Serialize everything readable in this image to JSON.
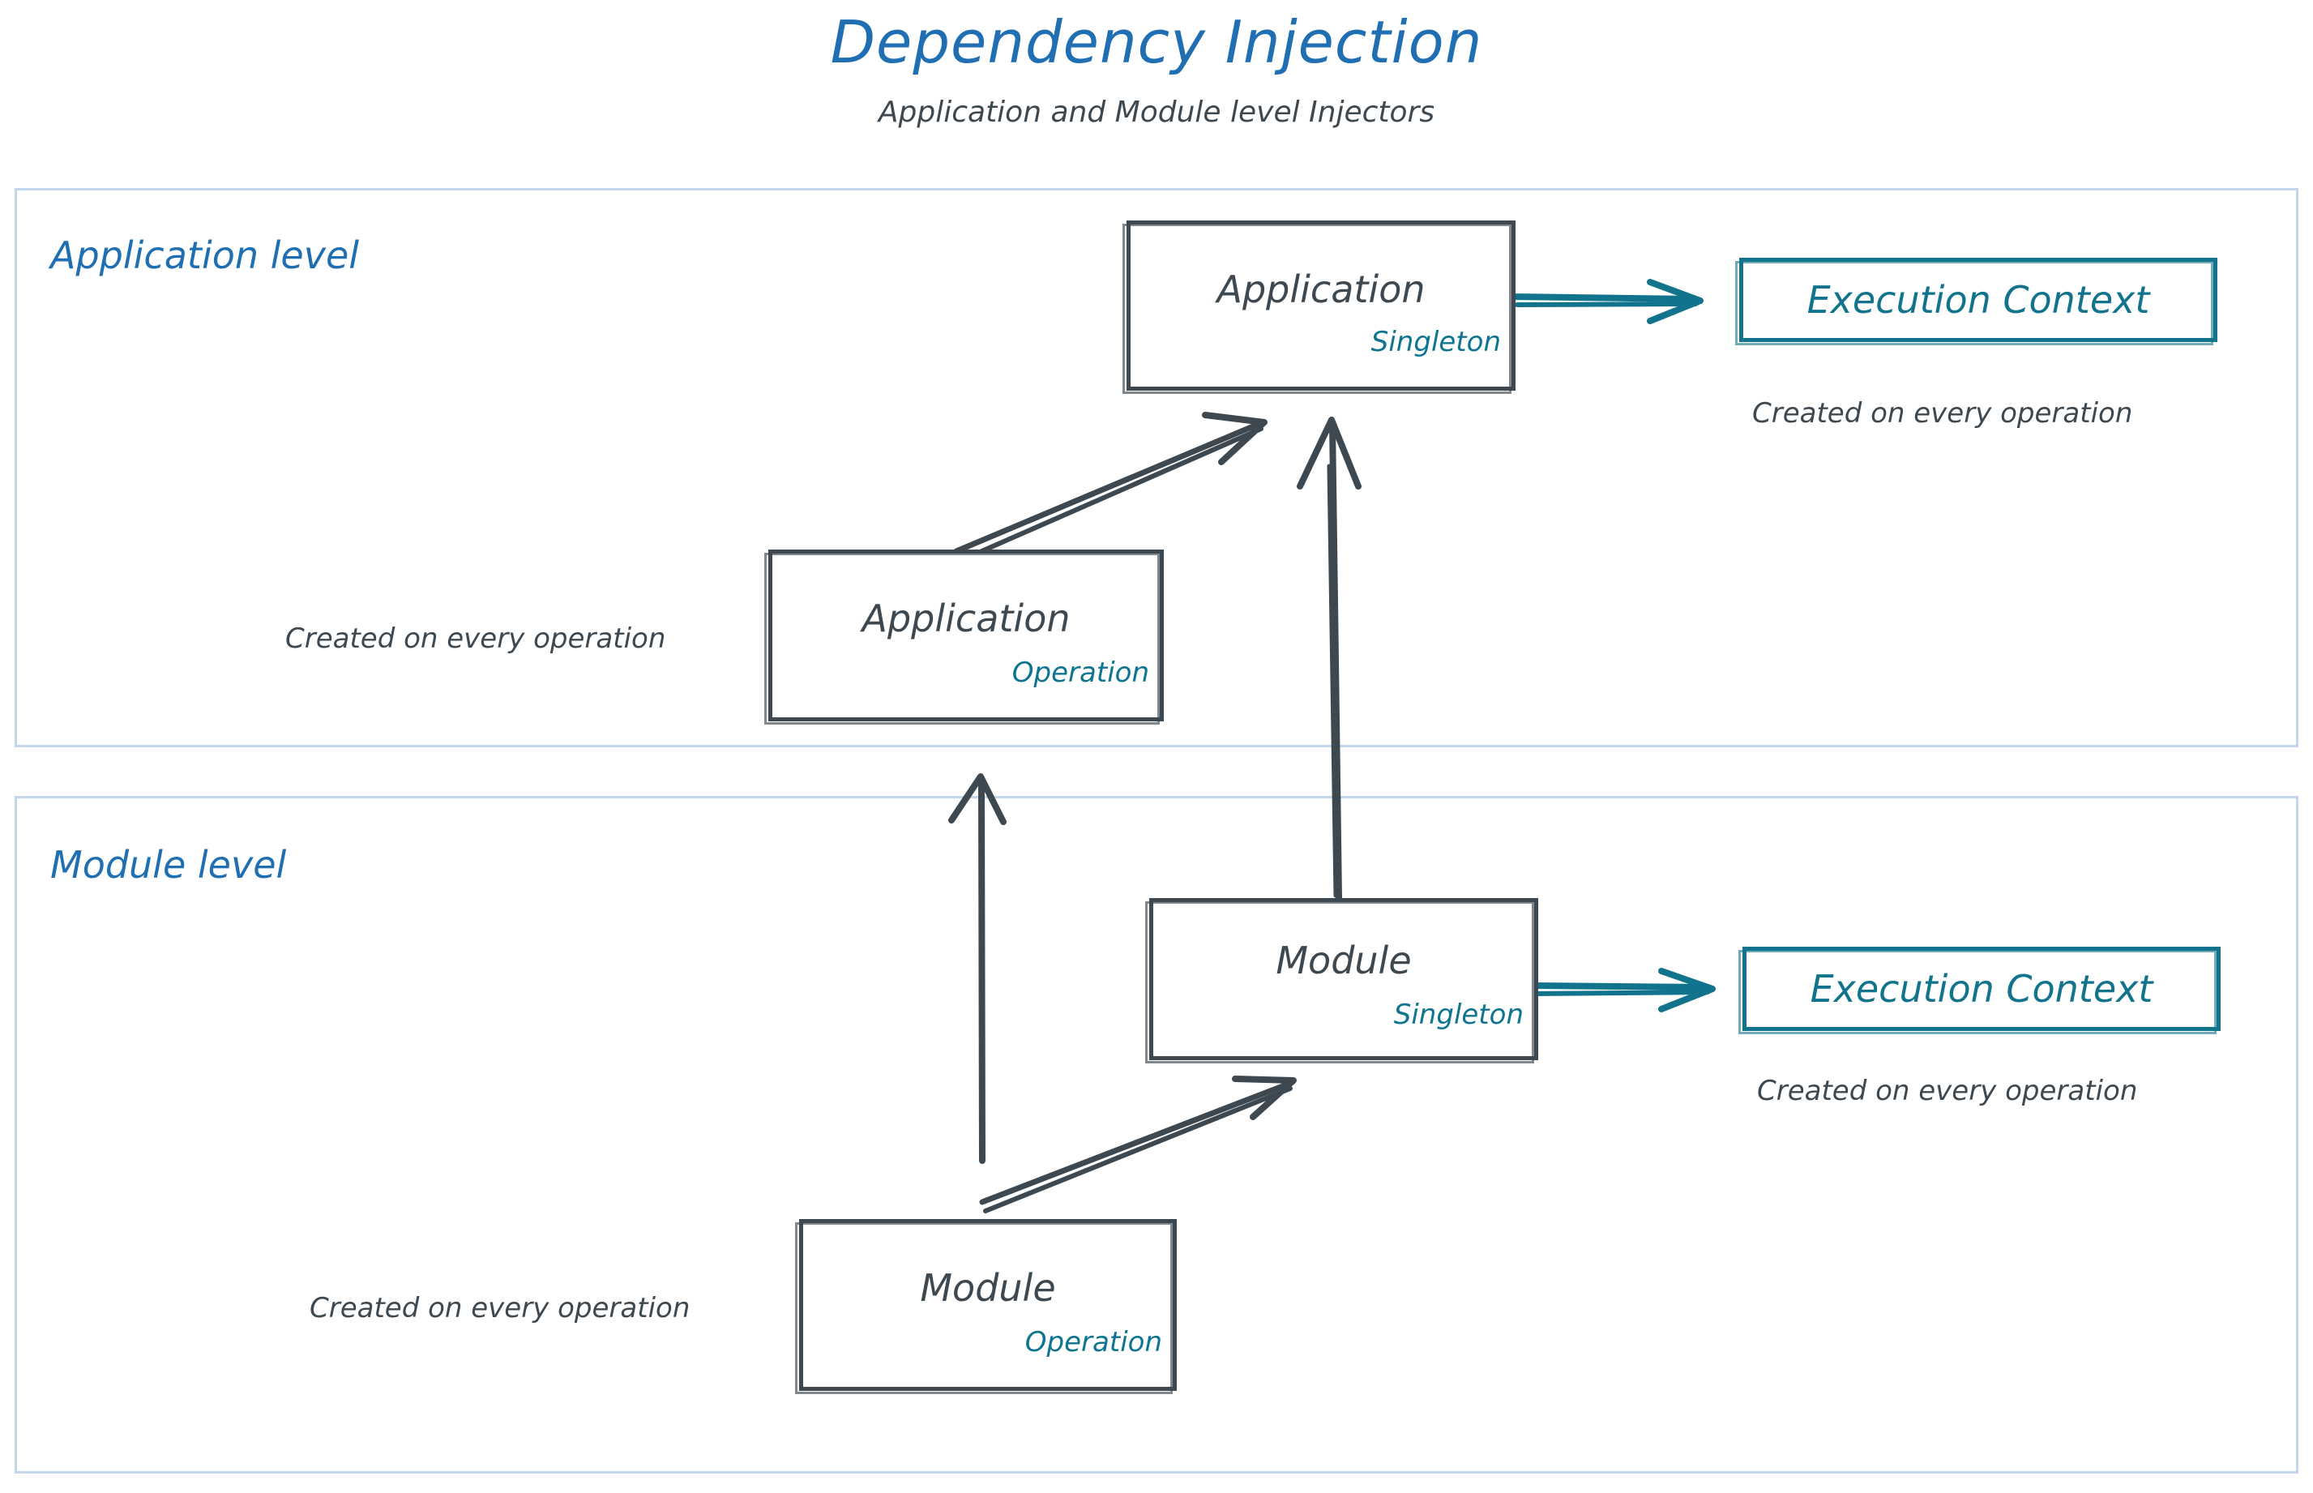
{
  "header": {
    "title": "Dependency Injection",
    "subtitle": "Application and Module level Injectors"
  },
  "colors": {
    "title_blue": "#1f6fb2",
    "level_label_blue": "#1f6fb2",
    "level_border_blue": "#c3d7ec",
    "node_gray": "#3d4850",
    "scope_teal": "#0e7490",
    "context_teal": "#12738c",
    "background": "#ffffff"
  },
  "levels": [
    {
      "id": "application-level",
      "label": "Application level",
      "nodes": [
        {
          "id": "application-singleton",
          "title": "Application",
          "scope": "Singleton",
          "kind": "node"
        },
        {
          "id": "application-execution-context",
          "title": "Execution Context",
          "kind": "context",
          "caption": "Created on every operation"
        },
        {
          "id": "application-operation",
          "title": "Application",
          "scope": "Operation",
          "kind": "node",
          "caption": "Created on every operation"
        }
      ]
    },
    {
      "id": "module-level",
      "label": "Module level",
      "nodes": [
        {
          "id": "module-singleton",
          "title": "Module",
          "scope": "Singleton",
          "kind": "node"
        },
        {
          "id": "module-execution-context",
          "title": "Execution Context",
          "kind": "context",
          "caption": "Created on every operation"
        },
        {
          "id": "module-operation",
          "title": "Module",
          "scope": "Operation",
          "kind": "node",
          "caption": "Created on every operation"
        }
      ]
    }
  ],
  "nodes": {
    "application_singleton": {
      "title": "Application",
      "scope": "Singleton"
    },
    "application_operation": {
      "title": "Application",
      "scope": "Operation"
    },
    "module_singleton": {
      "title": "Module",
      "scope": "Singleton"
    },
    "module_operation": {
      "title": "Module",
      "scope": "Operation"
    },
    "application_context": {
      "title": "Execution Context"
    },
    "module_context": {
      "title": "Execution Context"
    }
  },
  "captions": {
    "application_context_note": "Created on every operation",
    "application_operation_note": "Created on every operation",
    "module_context_note": "Created on every operation",
    "module_operation_note": "Created on every operation"
  },
  "arrows": [
    {
      "id": "app-operation-to-app-singleton",
      "from": "application-operation",
      "to": "application-singleton",
      "color": "#3d4850"
    },
    {
      "id": "app-singleton-to-app-context",
      "from": "application-singleton",
      "to": "application-execution-context",
      "color": "#12738c"
    },
    {
      "id": "module-singleton-to-app-singleton",
      "from": "module-singleton",
      "to": "application-singleton",
      "color": "#3d4850"
    },
    {
      "id": "module-operation-to-app-operation",
      "from": "module-operation",
      "to": "application-operation",
      "color": "#3d4850"
    },
    {
      "id": "module-operation-to-module-singleton",
      "from": "module-operation",
      "to": "module-singleton",
      "color": "#3d4850"
    },
    {
      "id": "module-singleton-to-module-context",
      "from": "module-singleton",
      "to": "module-execution-context",
      "color": "#12738c"
    }
  ]
}
